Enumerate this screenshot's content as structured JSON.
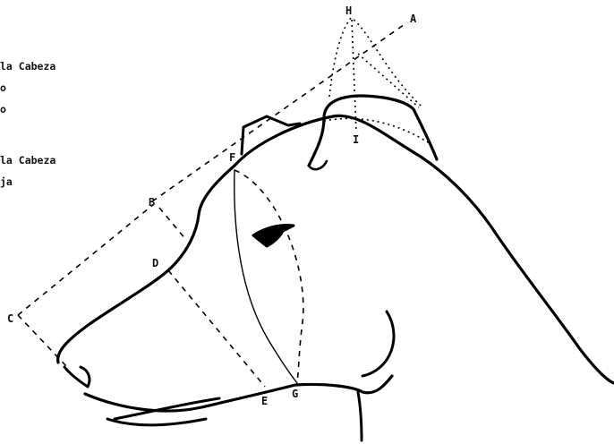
{
  "side_text": {
    "line1": "la Cabeza",
    "line2": "o",
    "line3": "o",
    "line4": "la Cabeza",
    "line5": "ja"
  },
  "points": {
    "A": "A",
    "B": "B",
    "C": "C",
    "D": "D",
    "E": "E",
    "F": "F",
    "G": "G",
    "H": "H",
    "I": "I"
  }
}
